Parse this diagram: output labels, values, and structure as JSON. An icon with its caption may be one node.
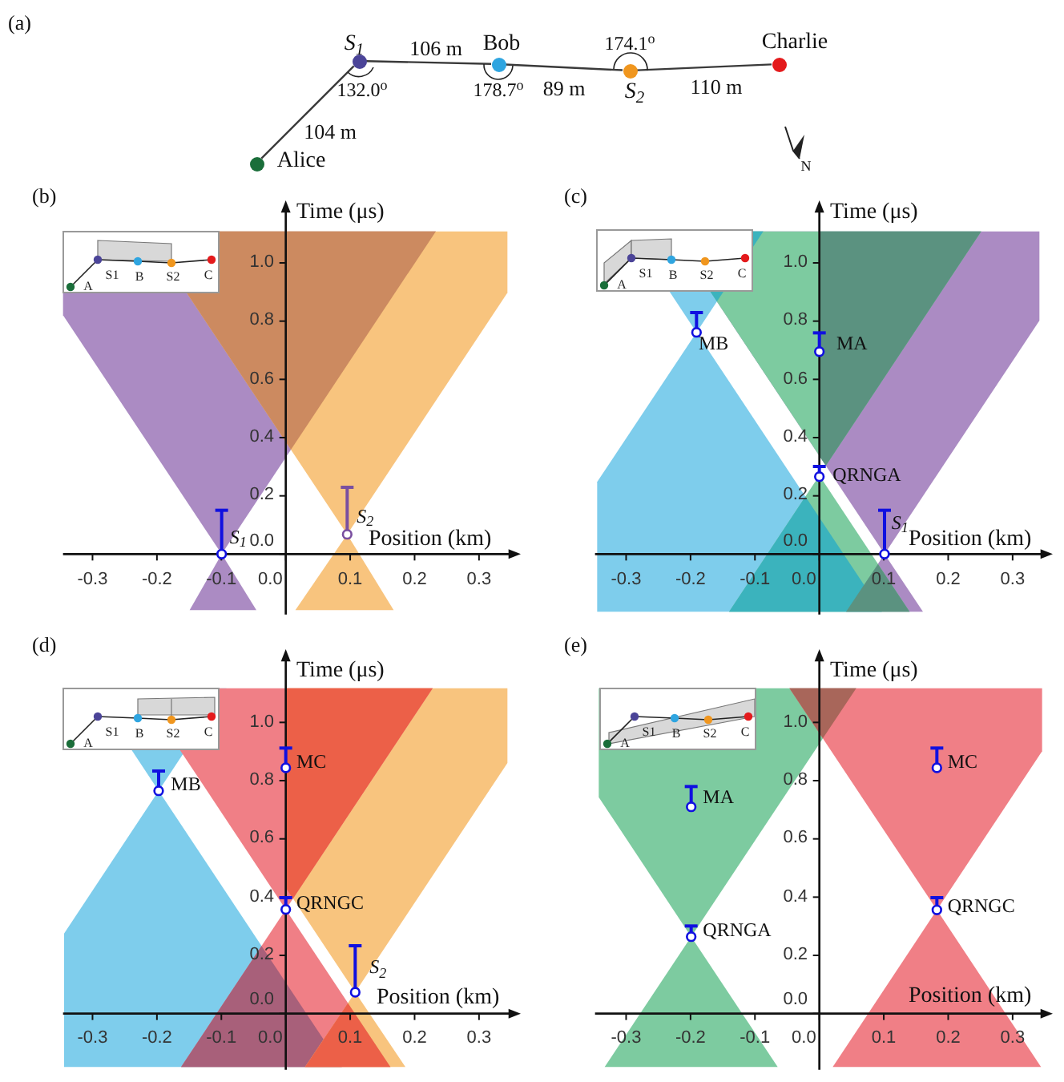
{
  "diagram": {
    "nodes": [
      {
        "text": [],
        "shape": "circle",
        "beside": [
          "Alice"
        ]
      },
      {
        "text": [],
        "shape": "circle",
        "beside": [
          "S$_{1}$"
        ]
      },
      {
        "text": [],
        "shape": "circle",
        "beside": [
          "Bob"
        ]
      },
      {
        "text": [],
        "shape": "circle",
        "beside": [
          "S$_{2}$"
        ]
      },
      {
        "text": [],
        "shape": "circle",
        "beside": [
          "Charlie"
        ]
      },
      {
        "text": [
          "A",
          "S1",
          "B",
          "S2",
          "C"
        ]
      },
      {
        "text": [
          "A",
          "S1",
          "B",
          "S2",
          "C"
        ]
      },
      {
        "text": [
          "A",
          "S1",
          "B",
          "S2",
          "C"
        ]
      },
      {
        "text": [
          "A",
          "S1",
          "B",
          "S2",
          "C"
        ]
      }
    ],
    "edges": [
      {
        "from": 0,
        "to": 1,
        "arrow": "none",
        "label": "104 m"
      },
      {
        "from": 1,
        "to": 2,
        "arrow": "none",
        "label": "106 m"
      },
      {
        "from": 2,
        "to": 3,
        "arrow": "none",
        "label": "89 m"
      },
      {
        "from": 3,
        "to": 4,
        "arrow": "none",
        "label": "110 m"
      }
    ],
    "labels": [
      "(a)",
      "174.1$^{o}$",
      "132.0$^{o}$",
      "178.7$^{o}$",
      "N",
      "(b)",
      "Time (μs)",
      "1.0",
      "0.8",
      "0.6",
      "0.4",
      "0.2",
      "0.0",
      "S$_{2}$",
      "S$_{1}$",
      "Position (km)",
      "-0.3",
      "-0.2",
      "-0.1",
      "0.0",
      "0.1",
      "0.2",
      "0.3",
      "(c)",
      "Time (μs)",
      "1.0",
      "0.8",
      "0.6",
      "0.4",
      "0.2",
      "0.0",
      "MB",
      "MA",
      "QRNGA",
      "S$_{1}$",
      "Position (km)",
      "-0.3",
      "-0.2",
      "-0.1",
      "0.0",
      "0.1",
      "0.2",
      "0.3",
      "(d)",
      "Time (μs)",
      "1.0",
      "0.8",
      "0.6",
      "0.4",
      "0.2",
      "0.0",
      "MC",
      "MB",
      "QRNGC",
      "S$_{2}$",
      "Position (km)",
      "-0.3",
      "-0.2",
      "-0.1",
      "0.0",
      "0.1",
      "0.2",
      "0.3",
      "(e)",
      "Time (μs)",
      "1.0",
      "0.8",
      "0.6",
      "0.4",
      "0.2",
      "0.0",
      "MC",
      "MA",
      "QRNGC",
      "QRNGA",
      "Position (km)",
      "-0.3",
      "-0.2",
      "-0.1",
      "0.0",
      "0.1",
      "0.2",
      "0.3"
    ]
  }
}
